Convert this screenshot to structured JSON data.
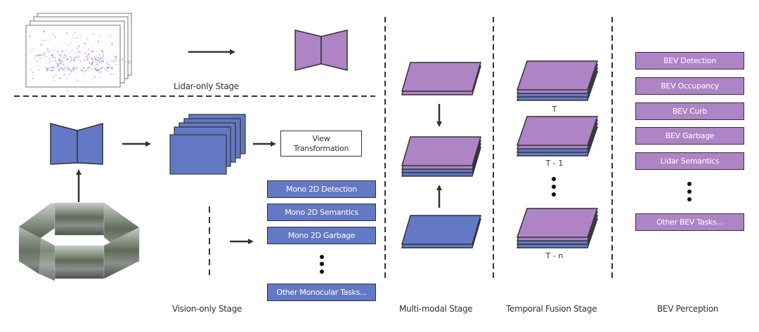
{
  "colors": {
    "blue": "#6379c5",
    "purple": "#ae84c5",
    "outline": "#333333",
    "lidar_points": "#a98be6"
  },
  "stages": {
    "lidar_only": "Lidar-only Stage",
    "vision_only": "Vision-only Stage",
    "multi_modal": "Multi-modal Stage",
    "temporal_fusion": "Temporal Fusion Stage",
    "bev_perception": "BEV Perception"
  },
  "view_transformation": {
    "line1": "View",
    "line2": "Transformation"
  },
  "mono_tasks": [
    "Mono 2D Detection",
    "Mono 2D Semantics",
    "Mono 2D Garbage",
    "Other Monocular Tasks..."
  ],
  "bev_tasks": [
    "BEV Detection",
    "BEV Occupancy",
    "BEV Curb",
    "BEV Garbage",
    "Lidar Semantics",
    "Other BEV Tasks..."
  ],
  "temporal_labels": [
    "T",
    "T - 1",
    "T - n"
  ],
  "icons": {
    "lidar_frames": "lidar-point-cloud-stack",
    "lidar_encoder": "encoder-decoder-bowtie",
    "vision_encoder": "encoder-decoder-bowtie",
    "camera_ring": "surround-camera-images",
    "feature_stack": "feature-map-stack",
    "bev_plane": "bev-feature-plane",
    "ellipsis": "vertical-ellipsis"
  }
}
